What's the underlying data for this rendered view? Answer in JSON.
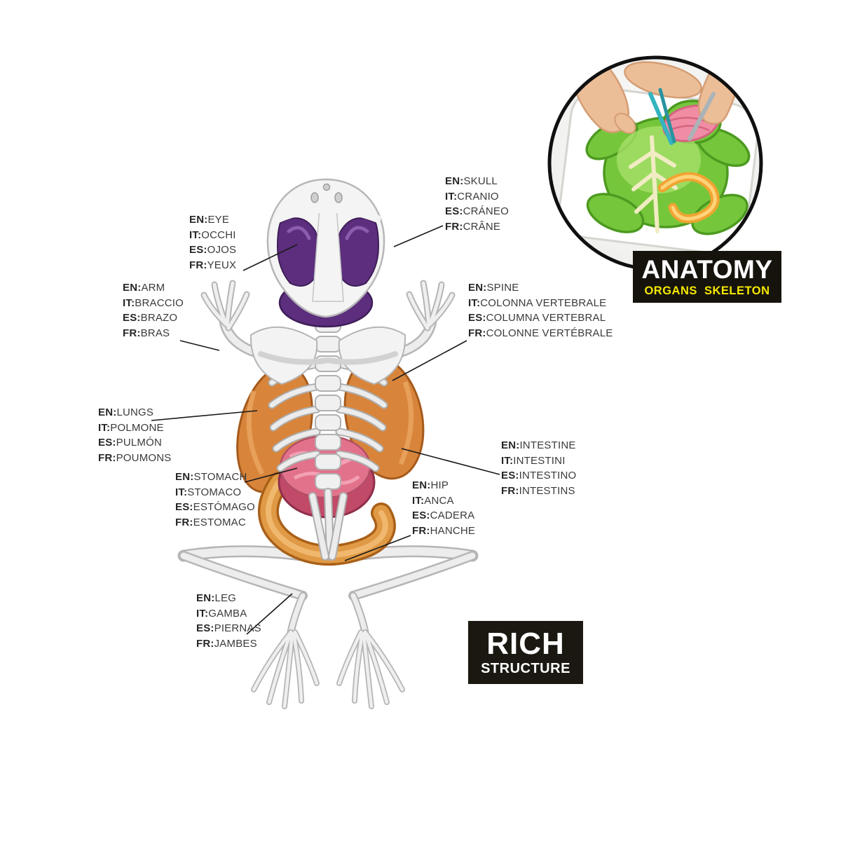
{
  "prefixes": {
    "en": "EN:",
    "it": "IT:",
    "es": "ES:",
    "fr": "FR:"
  },
  "labels": {
    "eye": {
      "en": "EYE",
      "it": "OCCHI",
      "es": "OJOS",
      "fr": "YEUX"
    },
    "skull": {
      "en": "SKULL",
      "it": "CRANIO",
      "es": "CRÁNEO",
      "fr": "CRÂNE"
    },
    "arm": {
      "en": "ARM",
      "it": "BRACCIO",
      "es": "BRAZO",
      "fr": "BRAS"
    },
    "spine": {
      "en": "SPINE",
      "it": "COLONNA VERTEBRALE",
      "es": "COLUMNA VERTEBRAL",
      "fr": "COLONNE VERTÉBRALE"
    },
    "lungs": {
      "en": "LUNGS",
      "it": "POLMONE",
      "es": "PULMÓN",
      "fr": "POUMONS"
    },
    "stomach": {
      "en": "STOMACH",
      "it": "STOMACO",
      "es": "ESTÓMAGO",
      "fr": "ESTOMAC"
    },
    "intestine": {
      "en": "INTESTINE",
      "it": "INTESTINI",
      "es": "INTESTINO",
      "fr": "INTESTINS"
    },
    "hip": {
      "en": "HIP",
      "it": "ANCA",
      "es": "CADERA",
      "fr": "HANCHE"
    },
    "leg": {
      "en": "LEG",
      "it": "GAMBA",
      "es": "PIERNAS",
      "fr": "JAMBES"
    }
  },
  "badges": {
    "anatomy_title": "ANATOMY",
    "anatomy_subtitle": "ORGANS SKELETON",
    "rich_title": "RICH",
    "rich_subtitle": "STRUCTURE"
  },
  "colors": {
    "banner_bg": "#16130d",
    "banner_title": "#ffffff",
    "banner_subtitle": "#f6e900",
    "eye_purple": "#5c2e7d",
    "lung_orange": "#d8853b",
    "stomach_pink": "#e2728c",
    "intestine_orange": "#e09a45",
    "gel_green": "#76c63c",
    "bone_gray": "#ececec"
  }
}
